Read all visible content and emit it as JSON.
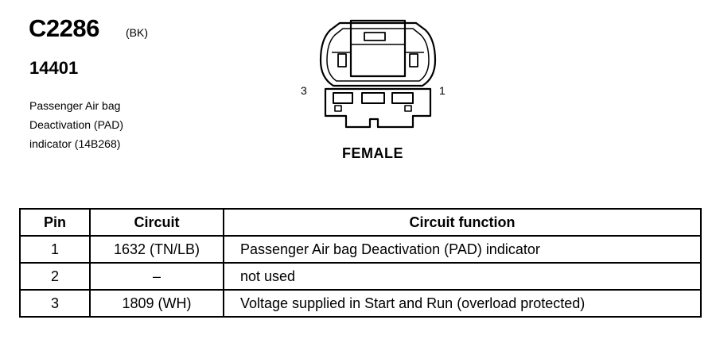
{
  "header": {
    "connector_id": "C2286",
    "color_code": "(BK)",
    "part_number": "14401",
    "description_lines": [
      "Passenger Air bag",
      "Deactivation (PAD)",
      "indicator (14B268)"
    ]
  },
  "connector": {
    "pin_left_label": "3",
    "pin_right_label": "1",
    "gender": "FEMALE"
  },
  "table": {
    "headers": [
      "Pin",
      "Circuit",
      "Circuit function"
    ],
    "rows": [
      {
        "pin": "1",
        "circuit": "1632 (TN/LB)",
        "function": "Passenger Air bag Deactivation (PAD) indicator"
      },
      {
        "pin": "2",
        "circuit": "–",
        "function": "not used"
      },
      {
        "pin": "3",
        "circuit": "1809 (WH)",
        "function": "Voltage supplied in Start and Run (overload protected)"
      }
    ]
  }
}
